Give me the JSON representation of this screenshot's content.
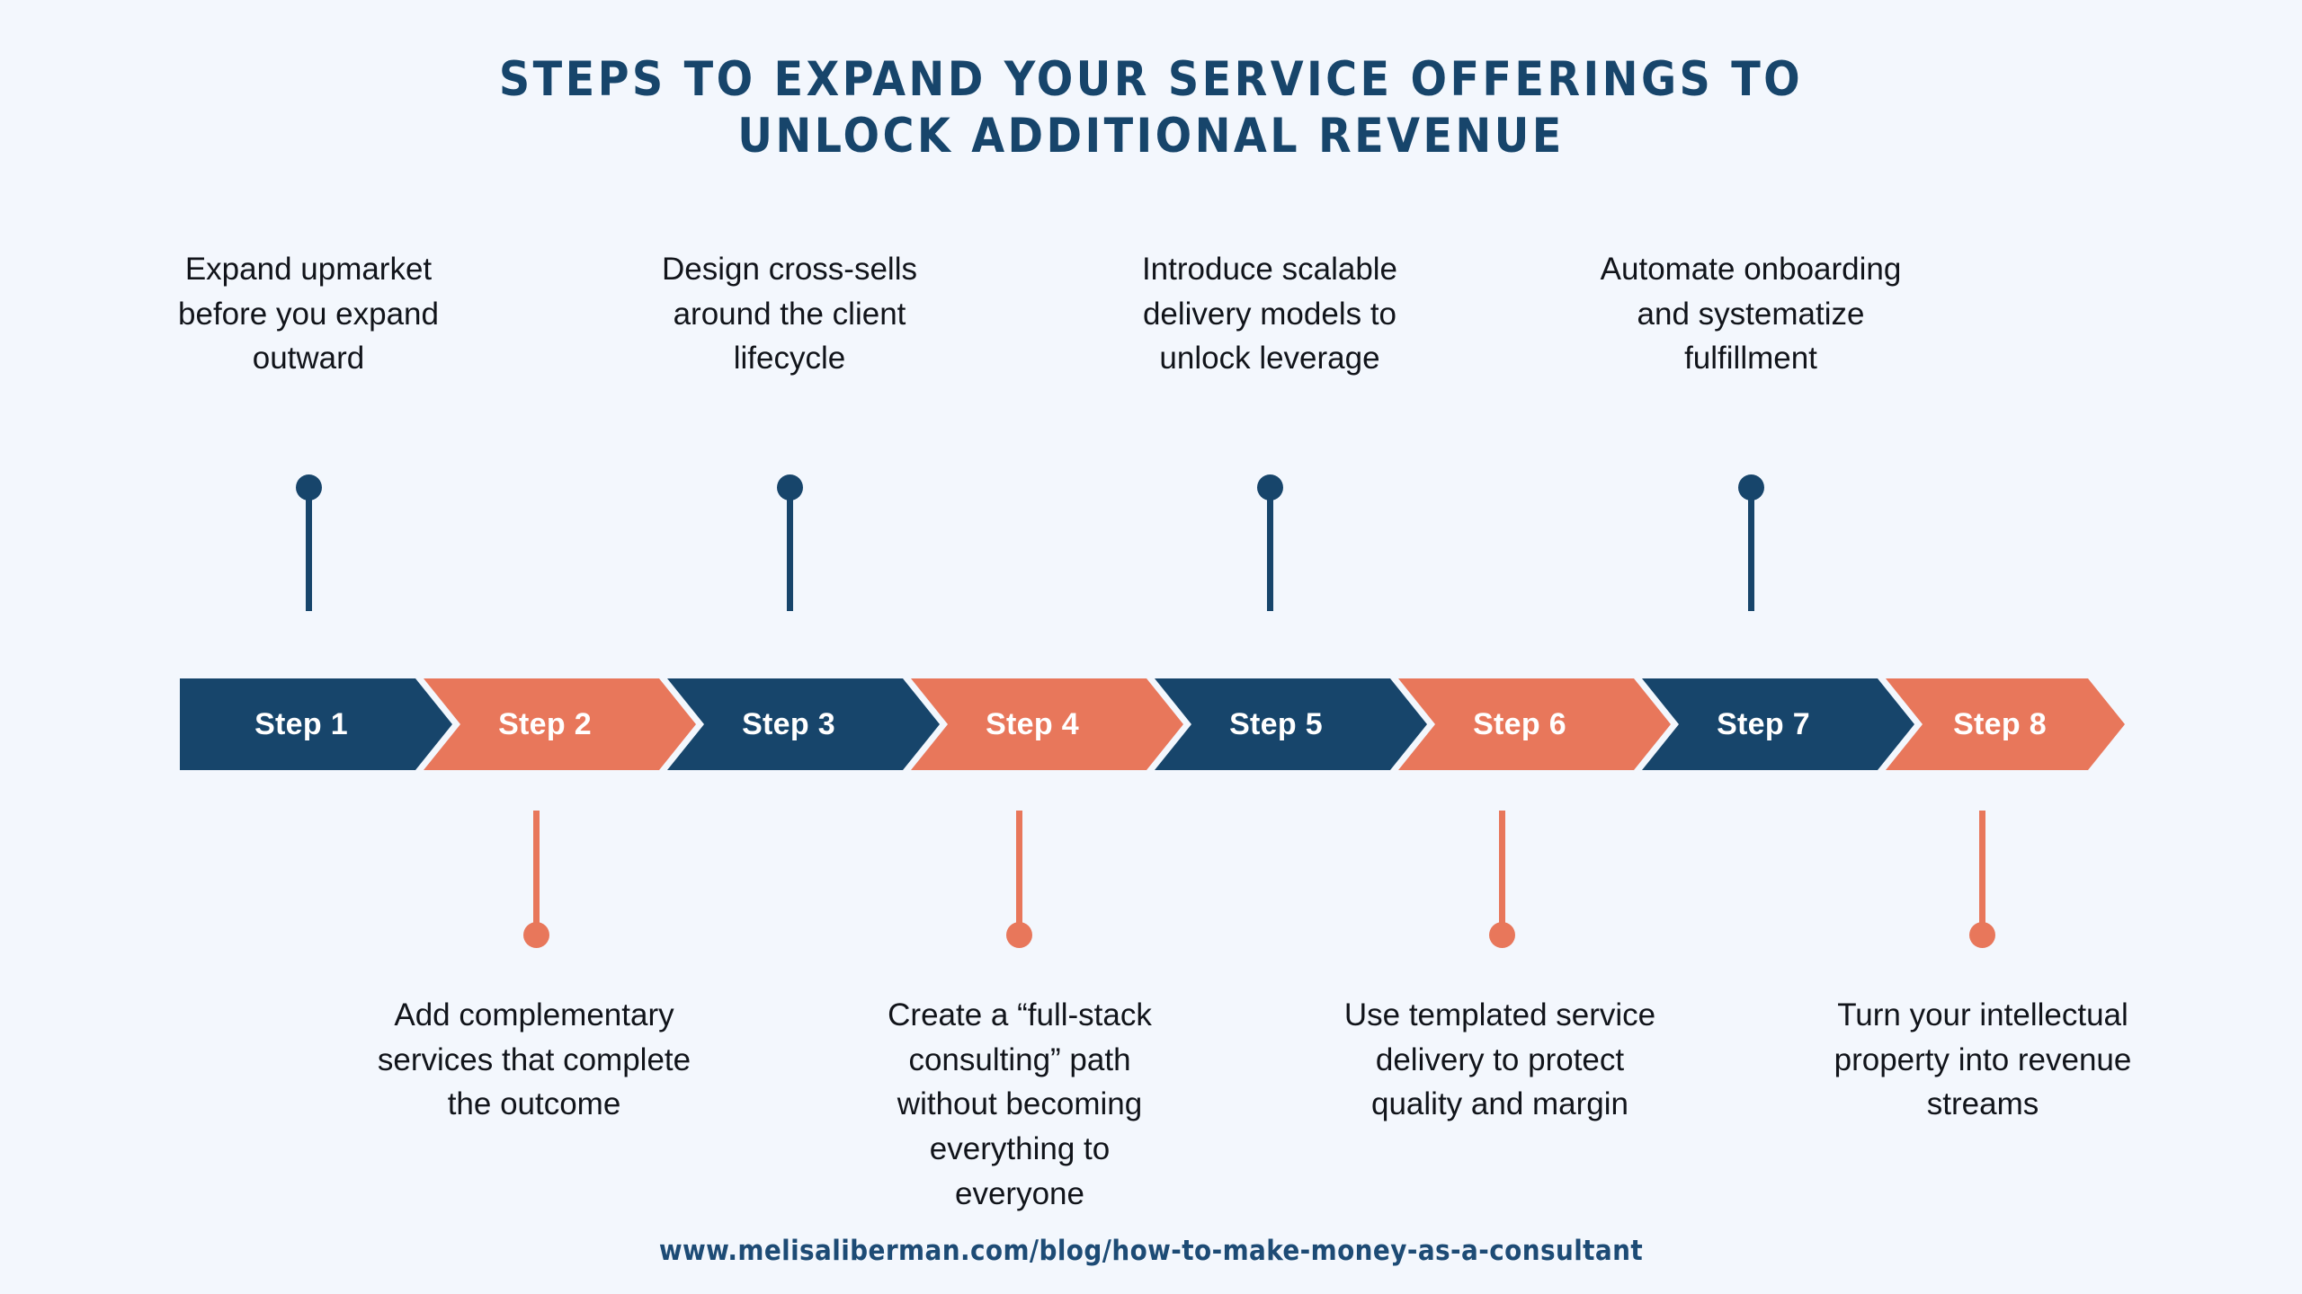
{
  "background_color": "#f3f7fd",
  "colors": {
    "navy": "#17456b",
    "orange": "#e8775b",
    "title": "#17456b",
    "caption_text": "#11141a",
    "step_label": "#ffffff",
    "url": "#1d4b75"
  },
  "title": "Steps to expand your service offerings to\nunlock additional revenue",
  "steps": [
    {
      "label": "Step 1",
      "color": "navy"
    },
    {
      "label": "Step 2",
      "color": "orange"
    },
    {
      "label": "Step 3",
      "color": "navy"
    },
    {
      "label": "Step 4",
      "color": "orange"
    },
    {
      "label": "Step 5",
      "color": "navy"
    },
    {
      "label": "Step 6",
      "color": "orange"
    },
    {
      "label": "Step 7",
      "color": "navy"
    },
    {
      "label": "Step 8",
      "color": "orange"
    }
  ],
  "captions_top": [
    {
      "step": "Step 1",
      "text": "Expand upmarket\nbefore you expand\noutward"
    },
    {
      "step": "Step 3",
      "text": "Design cross-sells\naround the client\nlifecycle"
    },
    {
      "step": "Step 5",
      "text": "Introduce scalable\ndelivery models to\nunlock leverage"
    },
    {
      "step": "Step 7",
      "text": "Automate onboarding\nand systematize\nfulfillment"
    }
  ],
  "captions_bottom": [
    {
      "step": "Step 2",
      "text": "Add complementary\nservices that complete\nthe outcome"
    },
    {
      "step": "Step 4",
      "text": "Create a “full-stack\nconsulting” path\nwithout becoming\neverything to\neveryone"
    },
    {
      "step": "Step 6",
      "text": "Use templated service\ndelivery to protect\nquality and margin"
    },
    {
      "step": "Step 8",
      "text": "Turn your intellectual\nproperty into revenue\nstreams"
    }
  ],
  "footer": {
    "url": "www.melisaliberman.com/blog/how-to-make-money-as-a-consultant"
  }
}
